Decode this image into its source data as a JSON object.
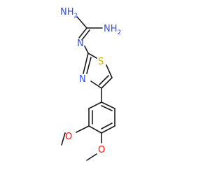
{
  "molecule": {
    "colors": {
      "bond": "#1a1a1a",
      "nitrogen": "#3050f8",
      "oxygen": "#ff0d0d",
      "sulfur": "#d4a900"
    },
    "labels": {
      "nh2_top": "NH",
      "nh2_top_sub": "2",
      "nh2_right": "NH",
      "nh2_right_sub": "2",
      "n_imine": "N",
      "s_thiazole": "S",
      "n_thiazole": "N",
      "o_methoxy_3": "O",
      "o_methoxy_4": "O"
    }
  }
}
